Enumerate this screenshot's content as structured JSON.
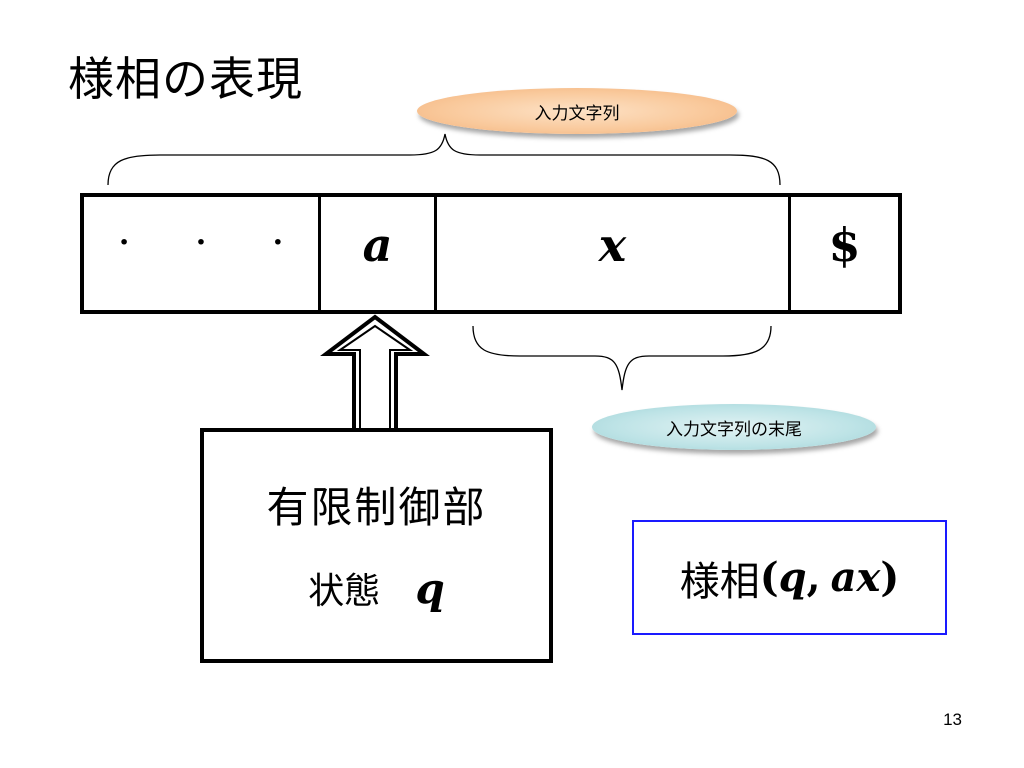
{
  "slide": {
    "title": "様相の表現",
    "page_number": "13"
  },
  "tape": {
    "cells": [
      "· · ·",
      "a",
      "x",
      "$"
    ]
  },
  "callouts": {
    "input_string": "入力文字列",
    "input_suffix": "入力文字列の末尾"
  },
  "control_unit": {
    "name": "有限制御部",
    "state_label": "状態",
    "state_var": "q"
  },
  "configuration": {
    "label": "様相",
    "open": "(",
    "q": "q",
    "comma": ",",
    "ax": "ax",
    "close": ")",
    "border_color": "#1a1aff"
  },
  "colors": {
    "input_bubble": "#f9c89a",
    "suffix_bubble": "#bde3e6"
  }
}
